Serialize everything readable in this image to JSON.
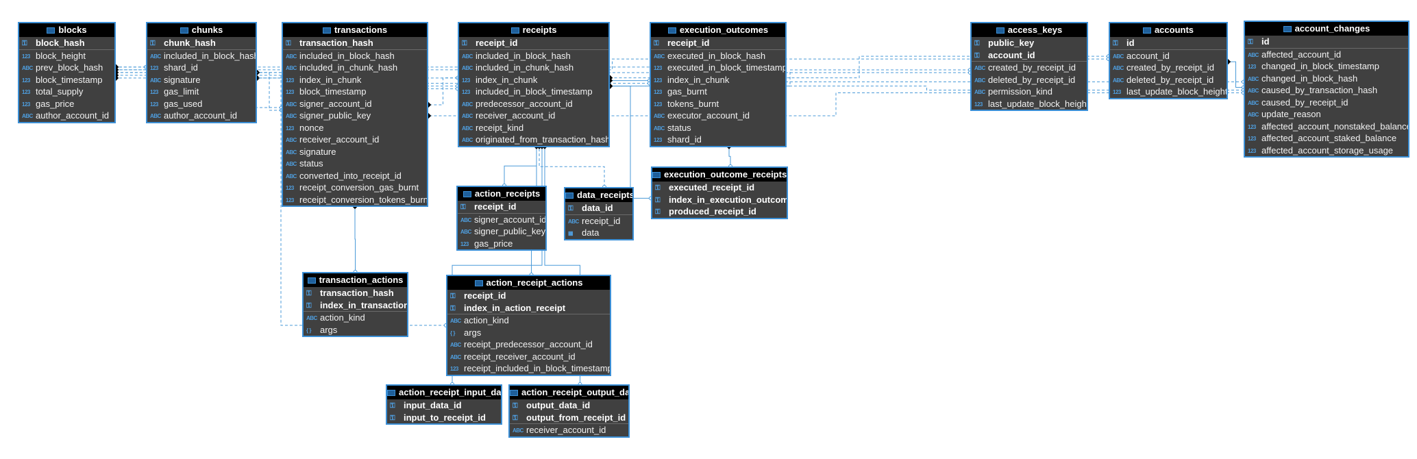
{
  "tables": [
    {
      "id": "blocks",
      "title": "blocks",
      "pk": [
        {
          "name": "block_hash",
          "type": "abc"
        }
      ],
      "cols": [
        {
          "name": "block_height",
          "type": "123"
        },
        {
          "name": "prev_block_hash",
          "type": "abc"
        },
        {
          "name": "block_timestamp",
          "type": "123"
        },
        {
          "name": "total_supply",
          "type": "123"
        },
        {
          "name": "gas_price",
          "type": "123"
        },
        {
          "name": "author_account_id",
          "type": "abc"
        }
      ]
    },
    {
      "id": "chunks",
      "title": "chunks",
      "pk": [
        {
          "name": "chunk_hash",
          "type": "abc"
        }
      ],
      "cols": [
        {
          "name": "included_in_block_hash",
          "type": "abc"
        },
        {
          "name": "shard_id",
          "type": "123"
        },
        {
          "name": "signature",
          "type": "abc"
        },
        {
          "name": "gas_limit",
          "type": "123"
        },
        {
          "name": "gas_used",
          "type": "123"
        },
        {
          "name": "author_account_id",
          "type": "abc"
        }
      ]
    },
    {
      "id": "transactions",
      "title": "transactions",
      "pk": [
        {
          "name": "transaction_hash",
          "type": "abc"
        }
      ],
      "cols": [
        {
          "name": "included_in_block_hash",
          "type": "abc"
        },
        {
          "name": "included_in_chunk_hash",
          "type": "abc"
        },
        {
          "name": "index_in_chunk",
          "type": "123"
        },
        {
          "name": "block_timestamp",
          "type": "123"
        },
        {
          "name": "signer_account_id",
          "type": "abc"
        },
        {
          "name": "signer_public_key",
          "type": "abc"
        },
        {
          "name": "nonce",
          "type": "123"
        },
        {
          "name": "receiver_account_id",
          "type": "abc"
        },
        {
          "name": "signature",
          "type": "abc"
        },
        {
          "name": "status",
          "type": "abc"
        },
        {
          "name": "converted_into_receipt_id",
          "type": "abc"
        },
        {
          "name": "receipt_conversion_gas_burnt",
          "type": "123"
        },
        {
          "name": "receipt_conversion_tokens_burnt",
          "type": "123"
        }
      ]
    },
    {
      "id": "receipts",
      "title": "receipts",
      "pk": [
        {
          "name": "receipt_id",
          "type": "abc"
        }
      ],
      "cols": [
        {
          "name": "included_in_block_hash",
          "type": "abc"
        },
        {
          "name": "included_in_chunk_hash",
          "type": "abc"
        },
        {
          "name": "index_in_chunk",
          "type": "123"
        },
        {
          "name": "included_in_block_timestamp",
          "type": "123"
        },
        {
          "name": "predecessor_account_id",
          "type": "abc"
        },
        {
          "name": "receiver_account_id",
          "type": "abc"
        },
        {
          "name": "receipt_kind",
          "type": "abc"
        },
        {
          "name": "originated_from_transaction_hash",
          "type": "abc"
        }
      ]
    },
    {
      "id": "execution_outcomes",
      "title": "execution_outcomes",
      "pk": [
        {
          "name": "receipt_id",
          "type": "abc"
        }
      ],
      "cols": [
        {
          "name": "executed_in_block_hash",
          "type": "abc"
        },
        {
          "name": "executed_in_block_timestamp",
          "type": "123"
        },
        {
          "name": "index_in_chunk",
          "type": "123"
        },
        {
          "name": "gas_burnt",
          "type": "123"
        },
        {
          "name": "tokens_burnt",
          "type": "123"
        },
        {
          "name": "executor_account_id",
          "type": "abc"
        },
        {
          "name": "status",
          "type": "abc"
        },
        {
          "name": "shard_id",
          "type": "123"
        }
      ]
    },
    {
      "id": "access_keys",
      "title": "access_keys",
      "pk": [
        {
          "name": "public_key",
          "type": "abc"
        },
        {
          "name": "account_id",
          "type": "abc"
        }
      ],
      "cols": [
        {
          "name": "created_by_receipt_id",
          "type": "abc"
        },
        {
          "name": "deleted_by_receipt_id",
          "type": "abc"
        },
        {
          "name": "permission_kind",
          "type": "abc"
        },
        {
          "name": "last_update_block_height",
          "type": "123"
        }
      ]
    },
    {
      "id": "accounts",
      "title": "accounts",
      "pk": [
        {
          "name": "id",
          "type": "123"
        }
      ],
      "cols": [
        {
          "name": "account_id",
          "type": "abc"
        },
        {
          "name": "created_by_receipt_id",
          "type": "abc"
        },
        {
          "name": "deleted_by_receipt_id",
          "type": "abc"
        },
        {
          "name": "last_update_block_height",
          "type": "123"
        }
      ]
    },
    {
      "id": "account_changes",
      "title": "account_changes",
      "pk": [
        {
          "name": "id",
          "type": "123"
        }
      ],
      "cols": [
        {
          "name": "affected_account_id",
          "type": "abc"
        },
        {
          "name": "changed_in_block_timestamp",
          "type": "123"
        },
        {
          "name": "changed_in_block_hash",
          "type": "abc"
        },
        {
          "name": "caused_by_transaction_hash",
          "type": "abc"
        },
        {
          "name": "caused_by_receipt_id",
          "type": "abc"
        },
        {
          "name": "update_reason",
          "type": "abc"
        },
        {
          "name": "affected_account_nonstaked_balance",
          "type": "123"
        },
        {
          "name": "affected_account_staked_balance",
          "type": "123"
        },
        {
          "name": "affected_account_storage_usage",
          "type": "123"
        }
      ]
    },
    {
      "id": "action_receipts",
      "title": "action_receipts",
      "pk": [
        {
          "name": "receipt_id",
          "type": "abc"
        }
      ],
      "cols": [
        {
          "name": "signer_account_id",
          "type": "abc"
        },
        {
          "name": "signer_public_key",
          "type": "abc"
        },
        {
          "name": "gas_price",
          "type": "123"
        }
      ]
    },
    {
      "id": "data_receipts",
      "title": "data_receipts",
      "pk": [
        {
          "name": "data_id",
          "type": "abc"
        }
      ],
      "cols": [
        {
          "name": "receipt_id",
          "type": "abc"
        },
        {
          "name": "data",
          "type": "bin"
        }
      ]
    },
    {
      "id": "execution_outcome_receipts",
      "title": "execution_outcome_receipts",
      "pk": [
        {
          "name": "executed_receipt_id",
          "type": "abc"
        },
        {
          "name": "index_in_execution_outcome",
          "type": "123"
        },
        {
          "name": "produced_receipt_id",
          "type": "abc"
        }
      ],
      "cols": []
    },
    {
      "id": "transaction_actions",
      "title": "transaction_actions",
      "pk": [
        {
          "name": "transaction_hash",
          "type": "abc"
        },
        {
          "name": "index_in_transaction",
          "type": "123"
        }
      ],
      "cols": [
        {
          "name": "action_kind",
          "type": "abc"
        },
        {
          "name": "args",
          "type": "json"
        }
      ]
    },
    {
      "id": "action_receipt_actions",
      "title": "action_receipt_actions",
      "pk": [
        {
          "name": "receipt_id",
          "type": "abc"
        },
        {
          "name": "index_in_action_receipt",
          "type": "123"
        }
      ],
      "cols": [
        {
          "name": "action_kind",
          "type": "abc"
        },
        {
          "name": "args",
          "type": "json"
        },
        {
          "name": "receipt_predecessor_account_id",
          "type": "abc"
        },
        {
          "name": "receipt_receiver_account_id",
          "type": "abc"
        },
        {
          "name": "receipt_included_in_block_timestamp",
          "type": "123"
        }
      ]
    },
    {
      "id": "action_receipt_input_data",
      "title": "action_receipt_input_data",
      "pk": [
        {
          "name": "input_data_id",
          "type": "abc"
        },
        {
          "name": "input_to_receipt_id",
          "type": "abc"
        }
      ],
      "cols": []
    },
    {
      "id": "action_receipt_output_data",
      "title": "action_receipt_output_data",
      "pk": [
        {
          "name": "output_data_id",
          "type": "abc"
        },
        {
          "name": "output_from_receipt_id",
          "type": "abc"
        }
      ],
      "cols": [
        {
          "name": "receiver_account_id",
          "type": "abc"
        }
      ]
    }
  ],
  "relations": [
    {
      "from": "chunks",
      "to": "blocks",
      "style": "dashed"
    },
    {
      "from": "transactions",
      "to": "blocks",
      "style": "dashed"
    },
    {
      "from": "transactions",
      "to": "chunks",
      "style": "dashed"
    },
    {
      "from": "receipts",
      "to": "blocks",
      "style": "dashed"
    },
    {
      "from": "receipts",
      "to": "chunks",
      "style": "dashed"
    },
    {
      "from": "receipts",
      "to": "transactions",
      "style": "dashed"
    },
    {
      "from": "execution_outcomes",
      "to": "receipts",
      "style": "solid"
    },
    {
      "from": "execution_outcomes",
      "to": "blocks",
      "style": "dashed"
    },
    {
      "from": "access_keys",
      "to": "receipts",
      "style": "dashed"
    },
    {
      "from": "access_keys",
      "to": "blocks",
      "style": "dashed"
    },
    {
      "from": "accounts",
      "to": "receipts",
      "style": "dashed"
    },
    {
      "from": "accounts",
      "to": "blocks",
      "style": "dashed"
    },
    {
      "from": "account_changes",
      "to": "accounts",
      "style": "solid"
    },
    {
      "from": "account_changes",
      "to": "receipts",
      "style": "dashed"
    },
    {
      "from": "account_changes",
      "to": "transactions",
      "style": "dashed"
    },
    {
      "from": "account_changes",
      "to": "blocks",
      "style": "dashed"
    },
    {
      "from": "action_receipts",
      "to": "receipts",
      "style": "solid"
    },
    {
      "from": "data_receipts",
      "to": "receipts",
      "style": "dashed"
    },
    {
      "from": "execution_outcome_receipts",
      "to": "receipts",
      "style": "solid"
    },
    {
      "from": "execution_outcome_receipts",
      "to": "execution_outcomes",
      "style": "solid"
    },
    {
      "from": "transaction_actions",
      "to": "transactions",
      "style": "solid"
    },
    {
      "from": "action_receipt_actions",
      "to": "receipts",
      "style": "solid"
    },
    {
      "from": "action_receipt_actions",
      "to": "blocks",
      "style": "dashed"
    },
    {
      "from": "action_receipt_input_data",
      "to": "receipts",
      "style": "solid"
    },
    {
      "from": "action_receipt_output_data",
      "to": "receipts",
      "style": "solid"
    }
  ],
  "colors": {
    "table_bg": "#404040",
    "header_bg": "#000000",
    "border": "#3b8fd6",
    "line": "#4a9ad8",
    "text": "#f2f2f2"
  }
}
